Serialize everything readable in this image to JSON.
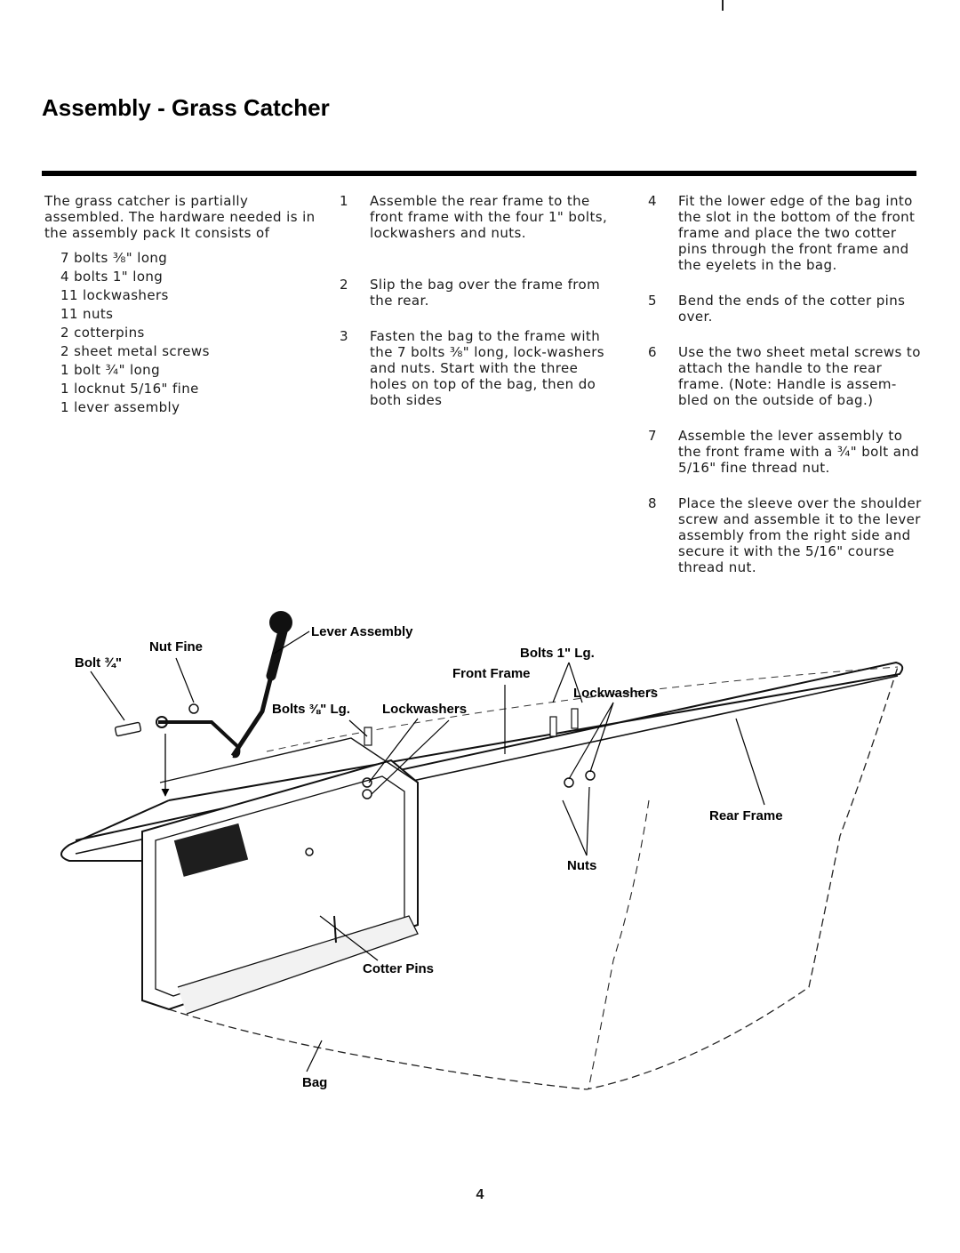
{
  "page": {
    "title": "Assembly - Grass Catcher",
    "page_number": "4"
  },
  "intro": {
    "text": "The grass catcher is partially assembled. The hardware needed is in the assembly pack It consists of",
    "parts": [
      "7 bolts ⅜\" long",
      "4 bolts 1\" long",
      "11 lockwashers",
      "11 nuts",
      "2 cotterpins",
      "2 sheet metal screws",
      "1 bolt ¾\" long",
      "1 locknut 5/16\" fine",
      "1 lever assembly"
    ]
  },
  "steps_left": [
    {
      "num": "1",
      "text": "Assemble the rear frame to the front frame with the four 1\" bolts, lockwashers and nuts."
    },
    {
      "num": "2",
      "text": "Slip the bag over the frame from the rear."
    },
    {
      "num": "3",
      "text": "Fasten the bag to the frame with the 7 bolts ⅜\" long, lock-washers and nuts. Start with the three holes on top of the bag, then do both sides"
    }
  ],
  "steps_right": [
    {
      "num": "4",
      "text": "Fit the lower edge of the bag into the slot in the bottom of the front frame and place the two cotter pins through the front frame and the eyelets in the bag."
    },
    {
      "num": "5",
      "text": "Bend the ends of the cotter pins over."
    },
    {
      "num": "6",
      "text": "Use the two sheet metal screws to attach the handle to the rear frame. (Note: Handle is assem-bled on the outside of bag.)"
    },
    {
      "num": "7",
      "text": "Assemble the lever assembly to the front frame with a ¾\" bolt and 5/16\" fine thread nut."
    },
    {
      "num": "8",
      "text": "Place the sleeve over the shoulder screw and assemble it to the lever assembly from the right side and secure it with the 5/16\" course thread nut."
    }
  ],
  "figure": {
    "labels": {
      "lever_assembly": "Lever Assembly",
      "nut_fine": "Nut Fine",
      "bolt_34": "Bolt ¾\"",
      "bolts_1": "Bolts 1\" Lg.",
      "front_frame": "Front Frame",
      "lockwashers_right": "Lockwashers",
      "bolts_38": "Bolts ⅜\" Lg.",
      "lockwashers_mid": "Lockwashers",
      "rear_frame": "Rear Frame",
      "nuts": "Nuts",
      "cotter_pins": "Cotter Pins",
      "bag": "Bag"
    }
  }
}
